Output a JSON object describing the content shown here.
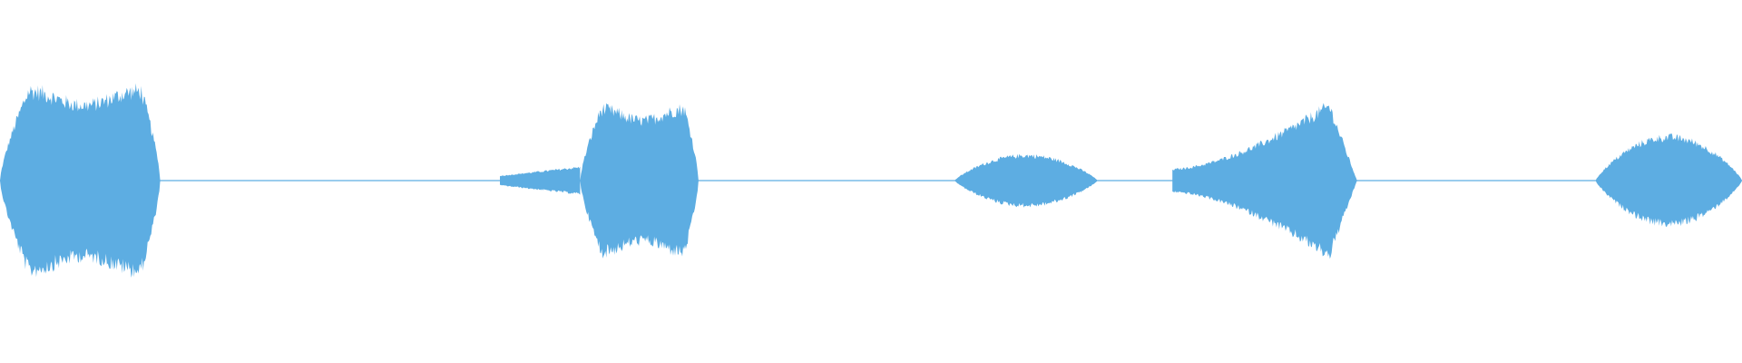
{
  "waveform": {
    "color": "#5dade2",
    "background": "#ffffff",
    "envelope": [
      {
        "start": 0.0,
        "end": 0.092,
        "peak": 0.54,
        "shape": "plateau"
      },
      {
        "start": 0.287,
        "end": 0.333,
        "peak": 0.08,
        "shape": "rise"
      },
      {
        "start": 0.333,
        "end": 0.401,
        "peak": 0.43,
        "shape": "plateau"
      },
      {
        "start": 0.548,
        "end": 0.63,
        "peak": 0.15,
        "shape": "bell"
      },
      {
        "start": 0.673,
        "end": 0.779,
        "peak": 0.45,
        "shape": "rise-drop"
      },
      {
        "start": 0.916,
        "end": 1.0,
        "peak": 0.26,
        "shape": "bell"
      }
    ]
  }
}
